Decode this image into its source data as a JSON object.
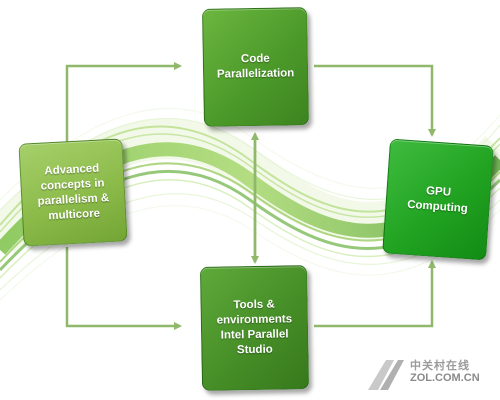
{
  "nodes": {
    "code": "Code\nParallelization",
    "advanced": "Advanced\nconcepts in\nparallelism &\nmulticore",
    "gpu": "GPU\nComputing",
    "tools": "Tools &\nenvironments\nIntel Parallel\nStudio"
  },
  "watermark": {
    "text": "中关村在线",
    "url": "ZOL.COM.CN"
  },
  "colors": {
    "arrow": "#8fb86a",
    "wave_light": "#c8e69a",
    "wave_dark": "#3e8e2a"
  }
}
